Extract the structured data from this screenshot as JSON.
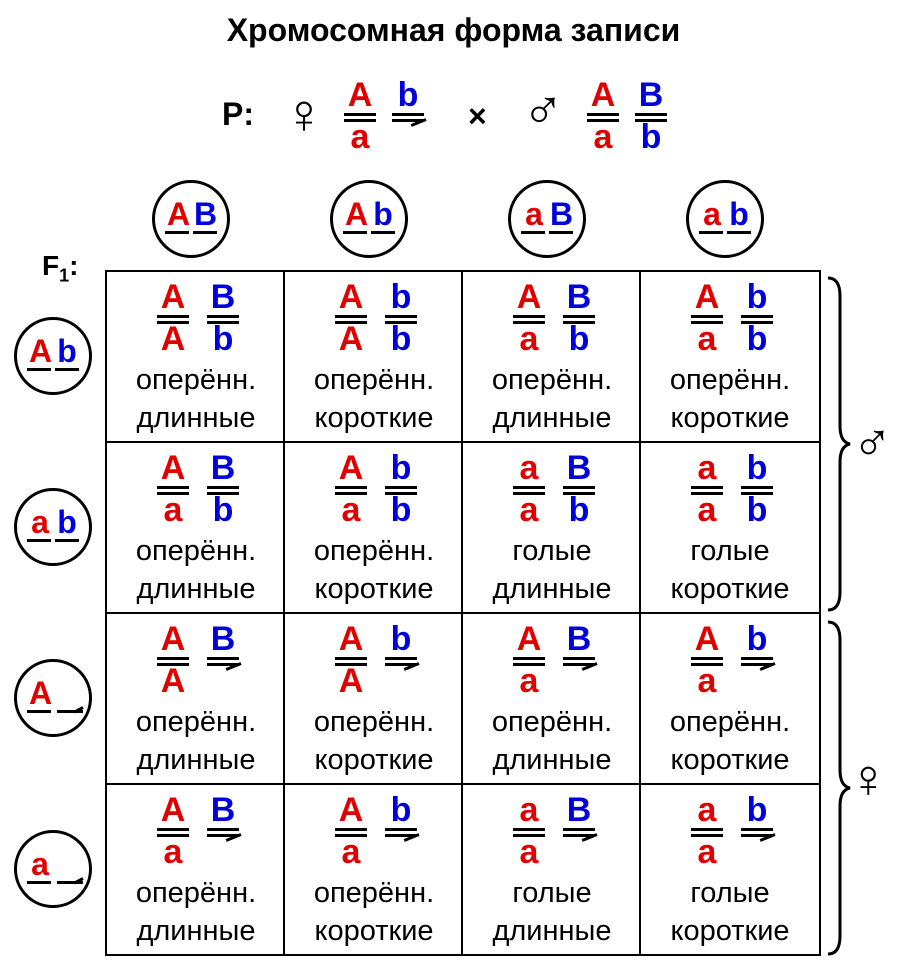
{
  "title": "Хромосомная форма записи",
  "parents": {
    "label": "P:",
    "female_symbol": "♀",
    "male_symbol": "♂",
    "cross": "×",
    "female": {
      "chr1": {
        "top": "A",
        "bottom": "a"
      },
      "chr2": {
        "top": "b",
        "bottom": ""
      }
    },
    "male": {
      "chr1": {
        "top": "A",
        "bottom": "a"
      },
      "chr2": {
        "top": "B",
        "bottom": "b"
      }
    }
  },
  "f1_label": "F",
  "f1_sub": "1",
  "colors": {
    "gene_A": "#e00000",
    "gene_B": "#0000dd"
  },
  "column_gametes": [
    {
      "g1": "A",
      "g2": "B"
    },
    {
      "g1": "A",
      "g2": "b"
    },
    {
      "g1": "a",
      "g2": "B"
    },
    {
      "g1": "a",
      "g2": "b"
    }
  ],
  "row_gametes": [
    {
      "g1": "A",
      "g2": "b"
    },
    {
      "g1": "a",
      "g2": "b"
    },
    {
      "g1": "A",
      "g2": ""
    },
    {
      "g1": "a",
      "g2": ""
    }
  ],
  "row_sex_labels": {
    "male": "♂",
    "female": "♀"
  },
  "cells": [
    [
      {
        "a1": "A",
        "a2": "A",
        "b1": "B",
        "b2": "b",
        "ph1": "оперённ.",
        "ph2": "длинные"
      },
      {
        "a1": "A",
        "a2": "A",
        "b1": "b",
        "b2": "b",
        "ph1": "оперённ.",
        "ph2": "короткие"
      },
      {
        "a1": "A",
        "a2": "a",
        "b1": "B",
        "b2": "b",
        "ph1": "оперённ.",
        "ph2": "длинные"
      },
      {
        "a1": "A",
        "a2": "a",
        "b1": "b",
        "b2": "b",
        "ph1": "оперённ.",
        "ph2": "короткие"
      }
    ],
    [
      {
        "a1": "A",
        "a2": "a",
        "b1": "B",
        "b2": "b",
        "ph1": "оперённ.",
        "ph2": "длинные"
      },
      {
        "a1": "A",
        "a2": "a",
        "b1": "b",
        "b2": "b",
        "ph1": "оперённ.",
        "ph2": "короткие"
      },
      {
        "a1": "a",
        "a2": "a",
        "b1": "B",
        "b2": "b",
        "ph1": "голые",
        "ph2": "длинные"
      },
      {
        "a1": "a",
        "a2": "a",
        "b1": "b",
        "b2": "b",
        "ph1": "голые",
        "ph2": "короткие"
      }
    ],
    [
      {
        "a1": "A",
        "a2": "A",
        "b1": "B",
        "b2": "",
        "ph1": "оперённ.",
        "ph2": "длинные"
      },
      {
        "a1": "A",
        "a2": "A",
        "b1": "b",
        "b2": "",
        "ph1": "оперённ.",
        "ph2": "короткие"
      },
      {
        "a1": "A",
        "a2": "a",
        "b1": "B",
        "b2": "",
        "ph1": "оперённ.",
        "ph2": "длинные"
      },
      {
        "a1": "A",
        "a2": "a",
        "b1": "b",
        "b2": "",
        "ph1": "оперённ.",
        "ph2": "короткие"
      }
    ],
    [
      {
        "a1": "A",
        "a2": "a",
        "b1": "B",
        "b2": "",
        "ph1": "оперённ.",
        "ph2": "длинные"
      },
      {
        "a1": "A",
        "a2": "a",
        "b1": "b",
        "b2": "",
        "ph1": "оперённ.",
        "ph2": "короткие"
      },
      {
        "a1": "a",
        "a2": "a",
        "b1": "B",
        "b2": "",
        "ph1": "голые",
        "ph2": "длинные"
      },
      {
        "a1": "a",
        "a2": "a",
        "b1": "b",
        "b2": "",
        "ph1": "голые",
        "ph2": "короткие"
      }
    ]
  ]
}
